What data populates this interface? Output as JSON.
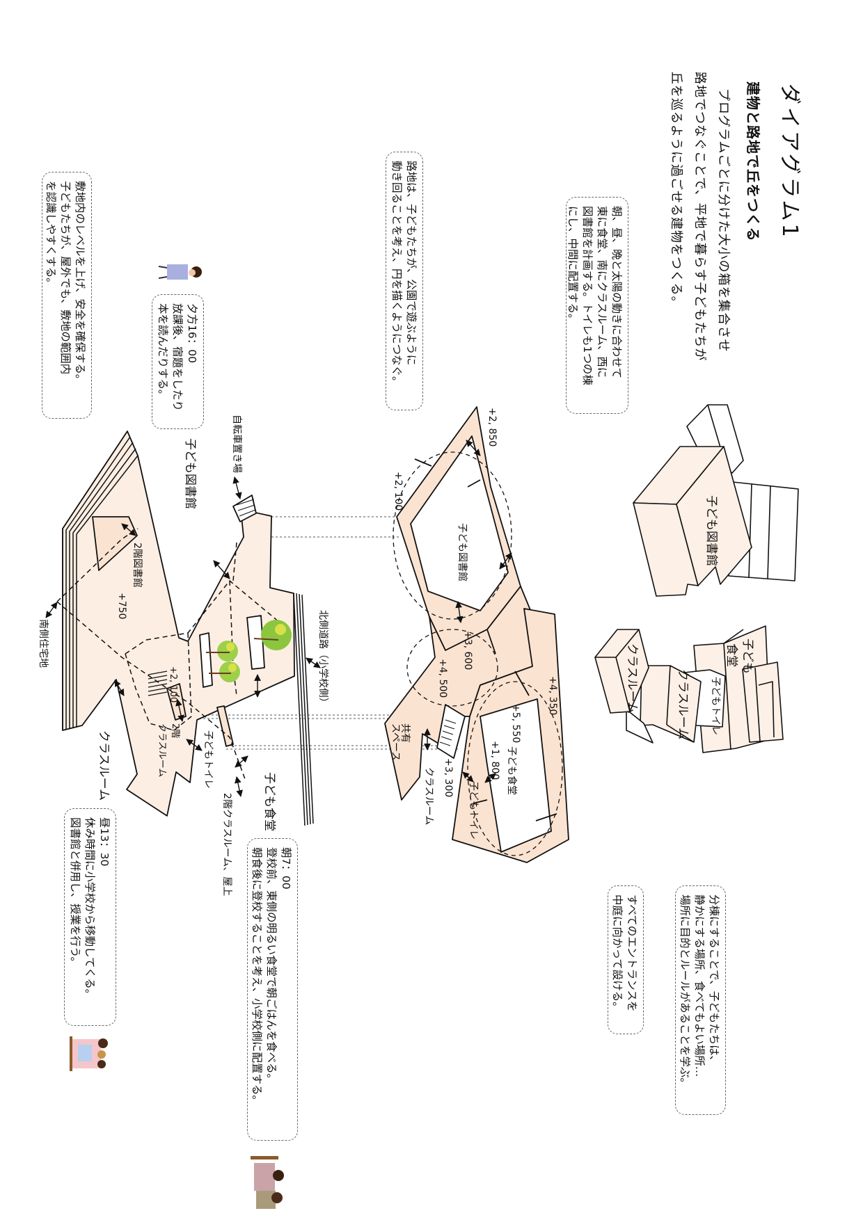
{
  "header": {
    "title": "ダイアグラム1",
    "subtitle": "建物と路地で丘をつくる",
    "body": [
      "プログラムごとに分けた大小の箱を集合させ",
      "路地でつなぐことで、平地で暮らす子どもたちが",
      "丘を巡るように過ごせる建物をつくる。"
    ]
  },
  "notes": {
    "sun": [
      "朝、昼、晩と太陽の動きに合わせて",
      "東に食堂、南にクラスルーム、西に",
      "図書館を計画する。トイレも1つの棟",
      "にし、中間に配置する。"
    ],
    "alley": [
      "路地は、子どもたちが、公園で遊ぶように",
      "動き回ることを考え、円を描くようにつなぐ。"
    ],
    "level": [
      "敷地内のレベルを上げ、安全を確保する。",
      "子どもたちが、屋外でも、敷地の範囲内",
      "を認識しやすくする。"
    ],
    "evening": [
      "夕方16：00",
      "放課後、宿題をしたり",
      "本を読んだりする。"
    ],
    "separate": [
      "分棟にすることで、子どもたちは、",
      "静かにする場所、食べてもよい場所…",
      "場所に目的とルールがあることを学ぶ。"
    ],
    "entrance": [
      "すべてのエントランスを",
      "中庭に向かって設ける。"
    ],
    "morning": [
      "朝7：00",
      "登校前、東側の明るい食堂で朝ごはんを食べる。",
      "朝食後に登校することを考え、小学校側に配置する。"
    ],
    "noon": [
      "昼13：30",
      "休み時間に小学校から移動してくる。",
      "図書館と併用し、授業を行う。"
    ]
  },
  "massing": {
    "library": "子ども図書館",
    "classroom_1": "クラスルーム",
    "classroom_2": "クラスルーム",
    "toilet": "子どもトイレ",
    "dining_1": "子ども",
    "dining_2": "食堂"
  },
  "section": {
    "l_2850": "+2, 850",
    "l_2100": "+2, 100",
    "library": "子ども図書館",
    "l_3600": "+3, 600",
    "l_4500": "+4, 500",
    "l_4350": "+4, 350",
    "l_5550": "+5, 550",
    "l_1800": "+1, 800",
    "dining": "子ども食堂",
    "toilet": "子どもトイレ",
    "shared_1": "共有",
    "shared_2": "スペース",
    "l_3300": "+3, 300",
    "classroom": "クラスルーム"
  },
  "plan": {
    "bike": "自転車置き場",
    "library": "子ども図書館",
    "library_2f": "2階図書館",
    "l_750": "+750",
    "south": "南側住宅地",
    "north_road": "北側道路（小学校側）",
    "l_2100": "+2, 100",
    "class_2f_a": "2階",
    "class_2f_b": "クラスルーム",
    "classroom": "クラスルーム",
    "toilet": "子どもトイレ",
    "class_roof": "2階クラスルーム、屋上",
    "dining": "子ども食堂"
  },
  "colors": {
    "peach": "#fbe3d1",
    "light": "#fdeee3",
    "tree": "#8cc63f"
  }
}
